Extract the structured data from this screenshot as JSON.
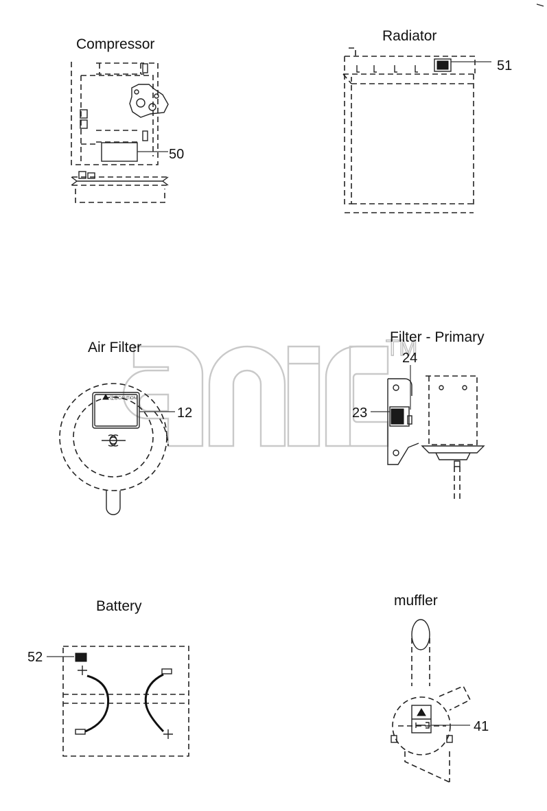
{
  "sections": {
    "compressor": {
      "title": "Compressor",
      "callouts": [
        "50"
      ]
    },
    "radiator": {
      "title": "Radiator",
      "callouts": [
        "51"
      ]
    },
    "air_filter": {
      "title": "Air Filter",
      "callouts": [
        "12"
      ],
      "decal_text": "CAUTION",
      "decal_prefix": "注意"
    },
    "filter_primary": {
      "title": "Filter - Primary",
      "callouts": [
        "24",
        "23"
      ]
    },
    "battery": {
      "title": "Battery",
      "callouts": [
        "52"
      ]
    },
    "muffler": {
      "title": "muffler",
      "callouts": [
        "41"
      ]
    }
  },
  "watermark": {
    "trademark": "TM"
  }
}
